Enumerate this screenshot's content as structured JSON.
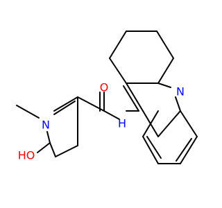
{
  "molecule": {
    "atoms": [
      {
        "id": "n1",
        "label": "N",
        "color": "#0000ff"
      },
      {
        "id": "o_amide",
        "label": "O",
        "color": "#ff0000"
      },
      {
        "id": "nh",
        "label": "H",
        "color": "#0000ff"
      },
      {
        "id": "n_ring",
        "label": "N",
        "color": "#0000ff"
      },
      {
        "id": "ho",
        "label": "HO",
        "color": "#ff0000"
      }
    ]
  }
}
